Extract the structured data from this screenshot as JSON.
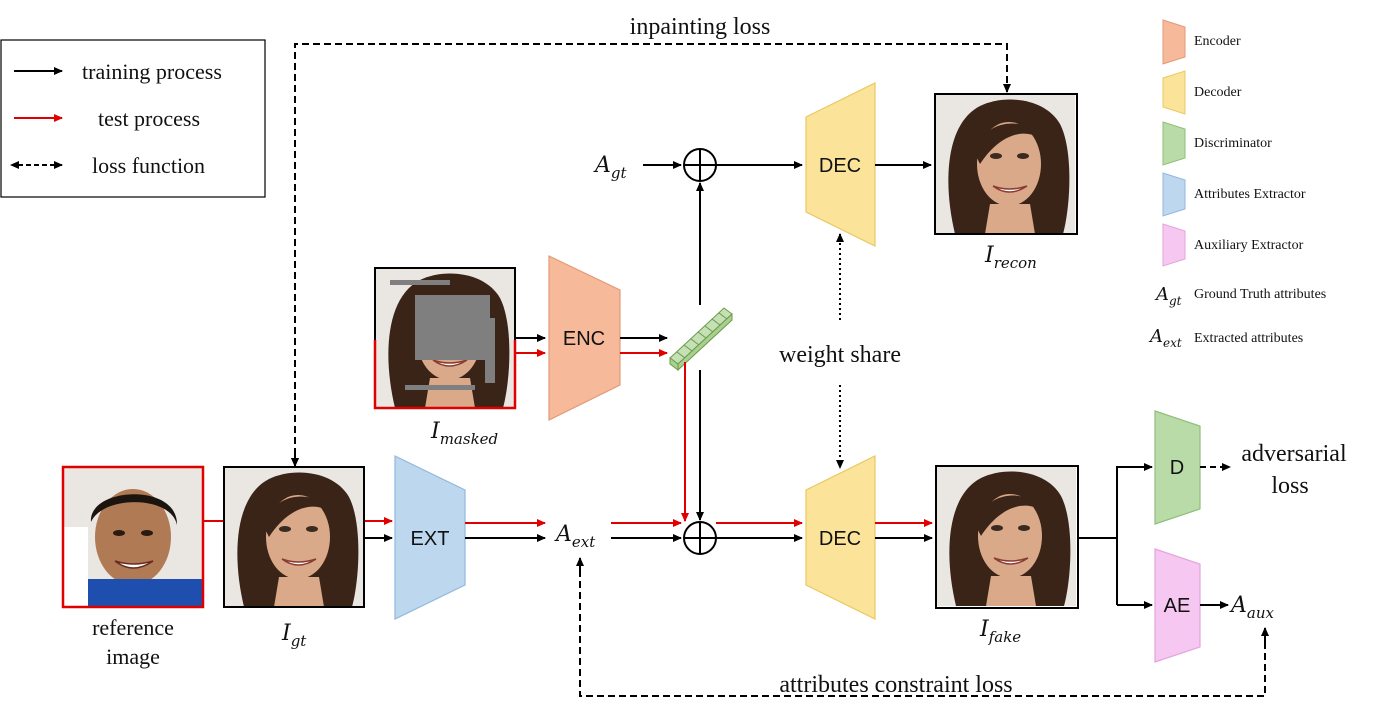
{
  "legend_box": {
    "training": "training process",
    "test": "test process",
    "loss": "loss function"
  },
  "right_legend": {
    "encoder": "Encoder",
    "decoder": "Decoder",
    "discriminator": "Discriminator",
    "attr_extractor": "Attributes Extractor",
    "aux_extractor": "Auxiliary Extractor",
    "agt_sym": "A",
    "agt_sub": "gt",
    "agt_desc": "Ground Truth attributes",
    "aext_sym": "A",
    "aext_sub": "ext",
    "aext_desc": "Extracted attributes"
  },
  "blocks": {
    "enc": "ENC",
    "dec": "DEC",
    "ext": "EXT",
    "d": "D",
    "ae": "AE"
  },
  "math": {
    "agt": {
      "sym": "A",
      "sub": "gt"
    },
    "aext": {
      "sym": "A",
      "sub": "ext"
    },
    "aaux": {
      "sym": "A",
      "sub": "aux"
    },
    "igt": {
      "sym": "I",
      "sub": "gt"
    },
    "imasked": {
      "sym": "I",
      "sub": "masked"
    },
    "irecon": {
      "sym": "I",
      "sub": "recon"
    },
    "ifake": {
      "sym": "I",
      "sub": "fake"
    }
  },
  "labels": {
    "inpainting_loss": "inpainting loss",
    "weight_share": "weight share",
    "adversarial_1": "adversarial",
    "adversarial_2": "loss",
    "attr_constraint_loss": "attributes constraint loss",
    "reference_1": "reference",
    "reference_2": "image"
  },
  "colors": {
    "encoder": "#f6b99a",
    "decoder": "#fbe39a",
    "discriminator": "#b9dba7",
    "attr_extractor": "#bdd7ee",
    "aux_extractor": "#f6c7f1",
    "test_arrow": "#e00000"
  }
}
